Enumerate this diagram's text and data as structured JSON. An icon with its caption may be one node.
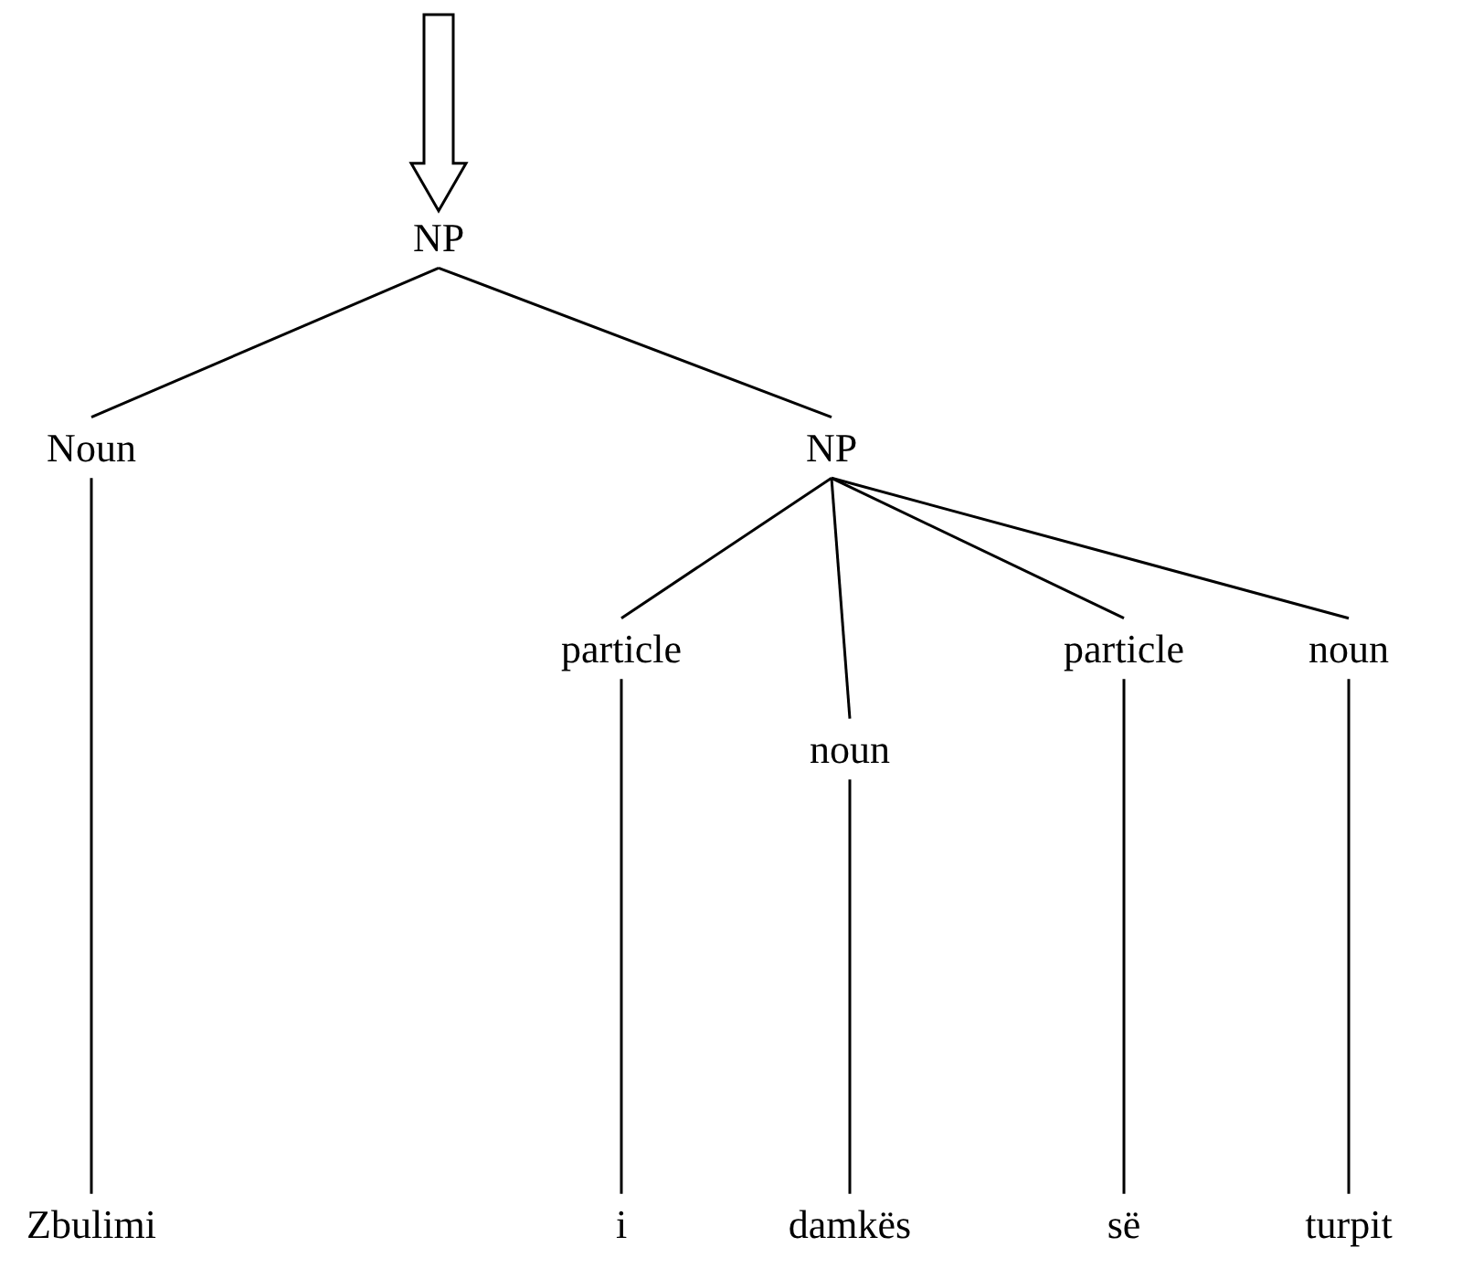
{
  "diagram": {
    "nodes": [
      {
        "text": [
          "NP"
        ]
      },
      {
        "text": [
          "Noun"
        ]
      },
      {
        "text": [
          "NP"
        ]
      },
      {
        "text": [
          "particle"
        ]
      },
      {
        "text": [
          "noun"
        ]
      },
      {
        "text": [
          "particle"
        ]
      },
      {
        "text": [
          "noun"
        ]
      },
      {
        "text": [
          "Zbulimi"
        ]
      },
      {
        "text": [
          "i"
        ]
      },
      {
        "text": [
          "damkës"
        ]
      },
      {
        "text": [
          "së"
        ]
      },
      {
        "text": [
          "turpit"
        ]
      }
    ],
    "edges": [
      {
        "from": null,
        "to": 0,
        "arrow": "to"
      },
      {
        "from": 0,
        "to": 1,
        "arrow": "none"
      },
      {
        "from": 0,
        "to": 2,
        "arrow": "none"
      },
      {
        "from": 2,
        "to": 3,
        "arrow": "none"
      },
      {
        "from": 2,
        "to": 4,
        "arrow": "none"
      },
      {
        "from": 2,
        "to": 5,
        "arrow": "none"
      },
      {
        "from": 2,
        "to": 6,
        "arrow": "none"
      },
      {
        "from": 1,
        "to": 7,
        "arrow": "none"
      },
      {
        "from": 3,
        "to": 8,
        "arrow": "none"
      },
      {
        "from": 4,
        "to": 9,
        "arrow": "none"
      },
      {
        "from": 5,
        "to": 10,
        "arrow": "none"
      },
      {
        "from": 6,
        "to": 11,
        "arrow": "none"
      }
    ]
  }
}
